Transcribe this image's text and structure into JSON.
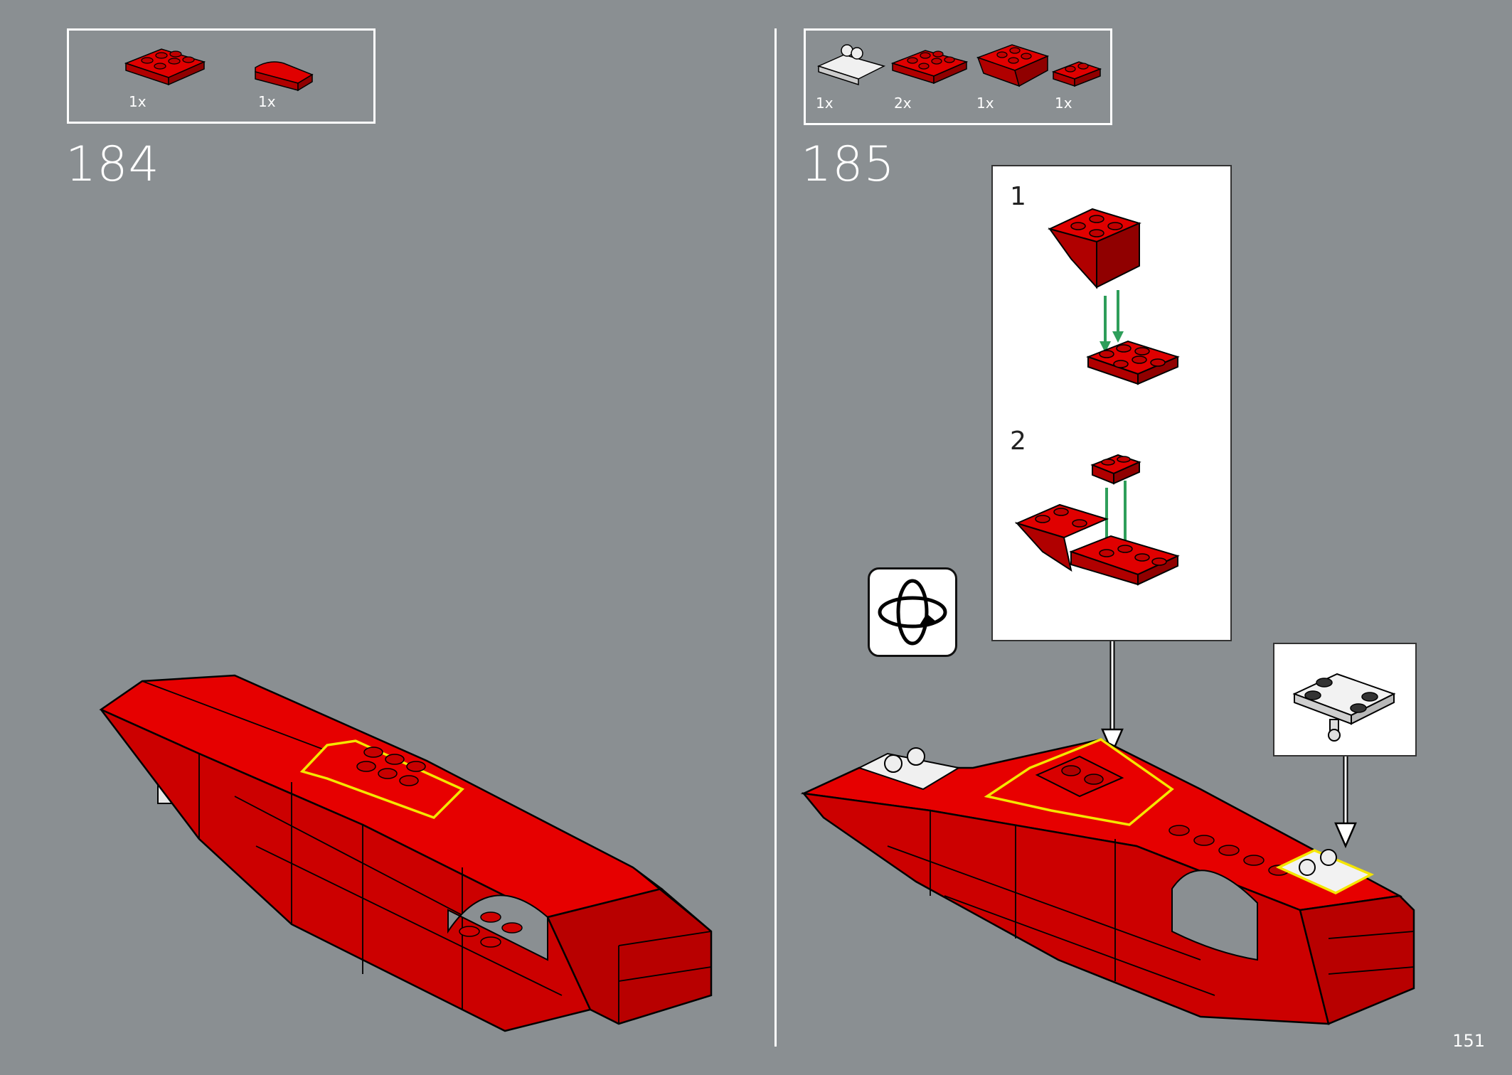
{
  "page": {
    "number": "151"
  },
  "steps": [
    {
      "number": "184",
      "parts": [
        {
          "qty": "1x",
          "name": "red-plate-2x3"
        },
        {
          "qty": "1x",
          "name": "red-curved-slope"
        }
      ]
    },
    {
      "number": "185",
      "parts": [
        {
          "qty": "1x",
          "name": "white-bracket-clip"
        },
        {
          "qty": "2x",
          "name": "red-plate-2x3"
        },
        {
          "qty": "1x",
          "name": "red-inverted-slope"
        },
        {
          "qty": "1x",
          "name": "red-plate-1x2"
        }
      ],
      "substeps": [
        "1",
        "2"
      ]
    }
  ],
  "colors": {
    "background": "#8a8f92",
    "brick_red": "#d40000",
    "highlight": "#f5e600",
    "arrow_green": "#2e9e5a"
  },
  "icons": {
    "rotate": "rotate-model-icon"
  }
}
